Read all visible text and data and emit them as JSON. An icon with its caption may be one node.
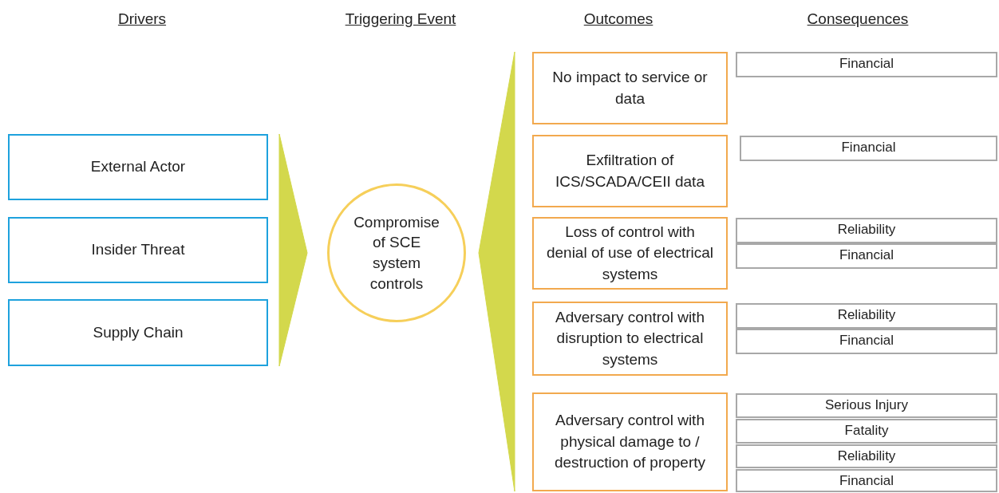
{
  "diagram": {
    "nodes": [
      {
        "text": [
          "External Actor"
        ]
      },
      {
        "text": [
          "Insider Threat"
        ]
      },
      {
        "text": [
          "Supply Chain"
        ]
      },
      {
        "text": [
          "Compromise of SCE system controls"
        ]
      },
      {
        "text": [
          "No impact to service or data"
        ]
      },
      {
        "text": [
          "Exfiltration of ICS/SCADA/CEII data"
        ]
      },
      {
        "text": [
          "Loss of control with denial of use of electrical systems"
        ]
      },
      {
        "text": [
          "Adversary control with disruption to electrical systems"
        ]
      },
      {
        "text": [
          "Adversary control with physical damage to / destruction of property"
        ]
      },
      {
        "text": [
          "Financial"
        ]
      },
      {
        "text": [
          "Financial"
        ]
      },
      {
        "text": [
          "Reliability"
        ]
      },
      {
        "text": [
          "Financial"
        ]
      },
      {
        "text": [
          "Reliability"
        ]
      },
      {
        "text": [
          "Financial"
        ]
      },
      {
        "text": [
          "Serious Injury"
        ]
      },
      {
        "text": [
          "Fatality"
        ]
      },
      {
        "text": [
          "Reliability"
        ]
      },
      {
        "text": [
          "Financial"
        ]
      }
    ],
    "edges": [
      {
        "from": 0,
        "to": 3,
        "arrow": "none"
      },
      {
        "from": 1,
        "to": 3,
        "arrow": "none"
      },
      {
        "from": 2,
        "to": 3,
        "arrow": "none"
      },
      {
        "from": 3,
        "to": 4,
        "arrow": "none"
      },
      {
        "from": 3,
        "to": 5,
        "arrow": "none"
      },
      {
        "from": 3,
        "to": 6,
        "arrow": "none"
      },
      {
        "from": 3,
        "to": 7,
        "arrow": "none"
      },
      {
        "from": 3,
        "to": 8,
        "arrow": "none"
      }
    ],
    "labels": [
      "Drivers",
      "Triggering Event",
      "Outcomes",
      "Consequences"
    ]
  }
}
